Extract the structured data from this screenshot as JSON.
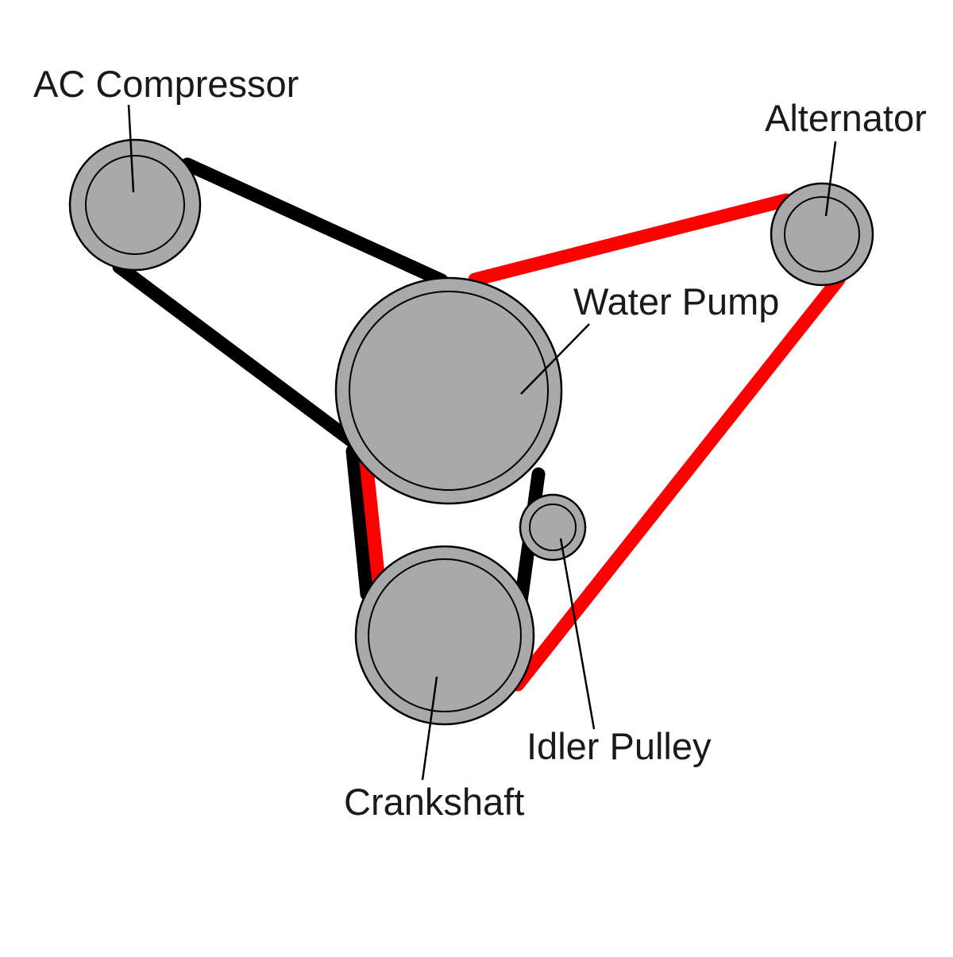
{
  "diagram": {
    "labels": {
      "ac_compressor": "AC Compressor",
      "alternator": "Alternator",
      "water_pump": "Water Pump",
      "idler_pulley": "Idler Pulley",
      "crankshaft": "Crankshaft"
    },
    "colors": {
      "pulley_fill": "#a9a9a9",
      "pulley_stroke": "#000000",
      "belt_black": "#000000",
      "belt_red": "#fe0000",
      "leader_line": "#000000",
      "label_text": "#1a1a1a",
      "background": "#ffffff"
    }
  }
}
